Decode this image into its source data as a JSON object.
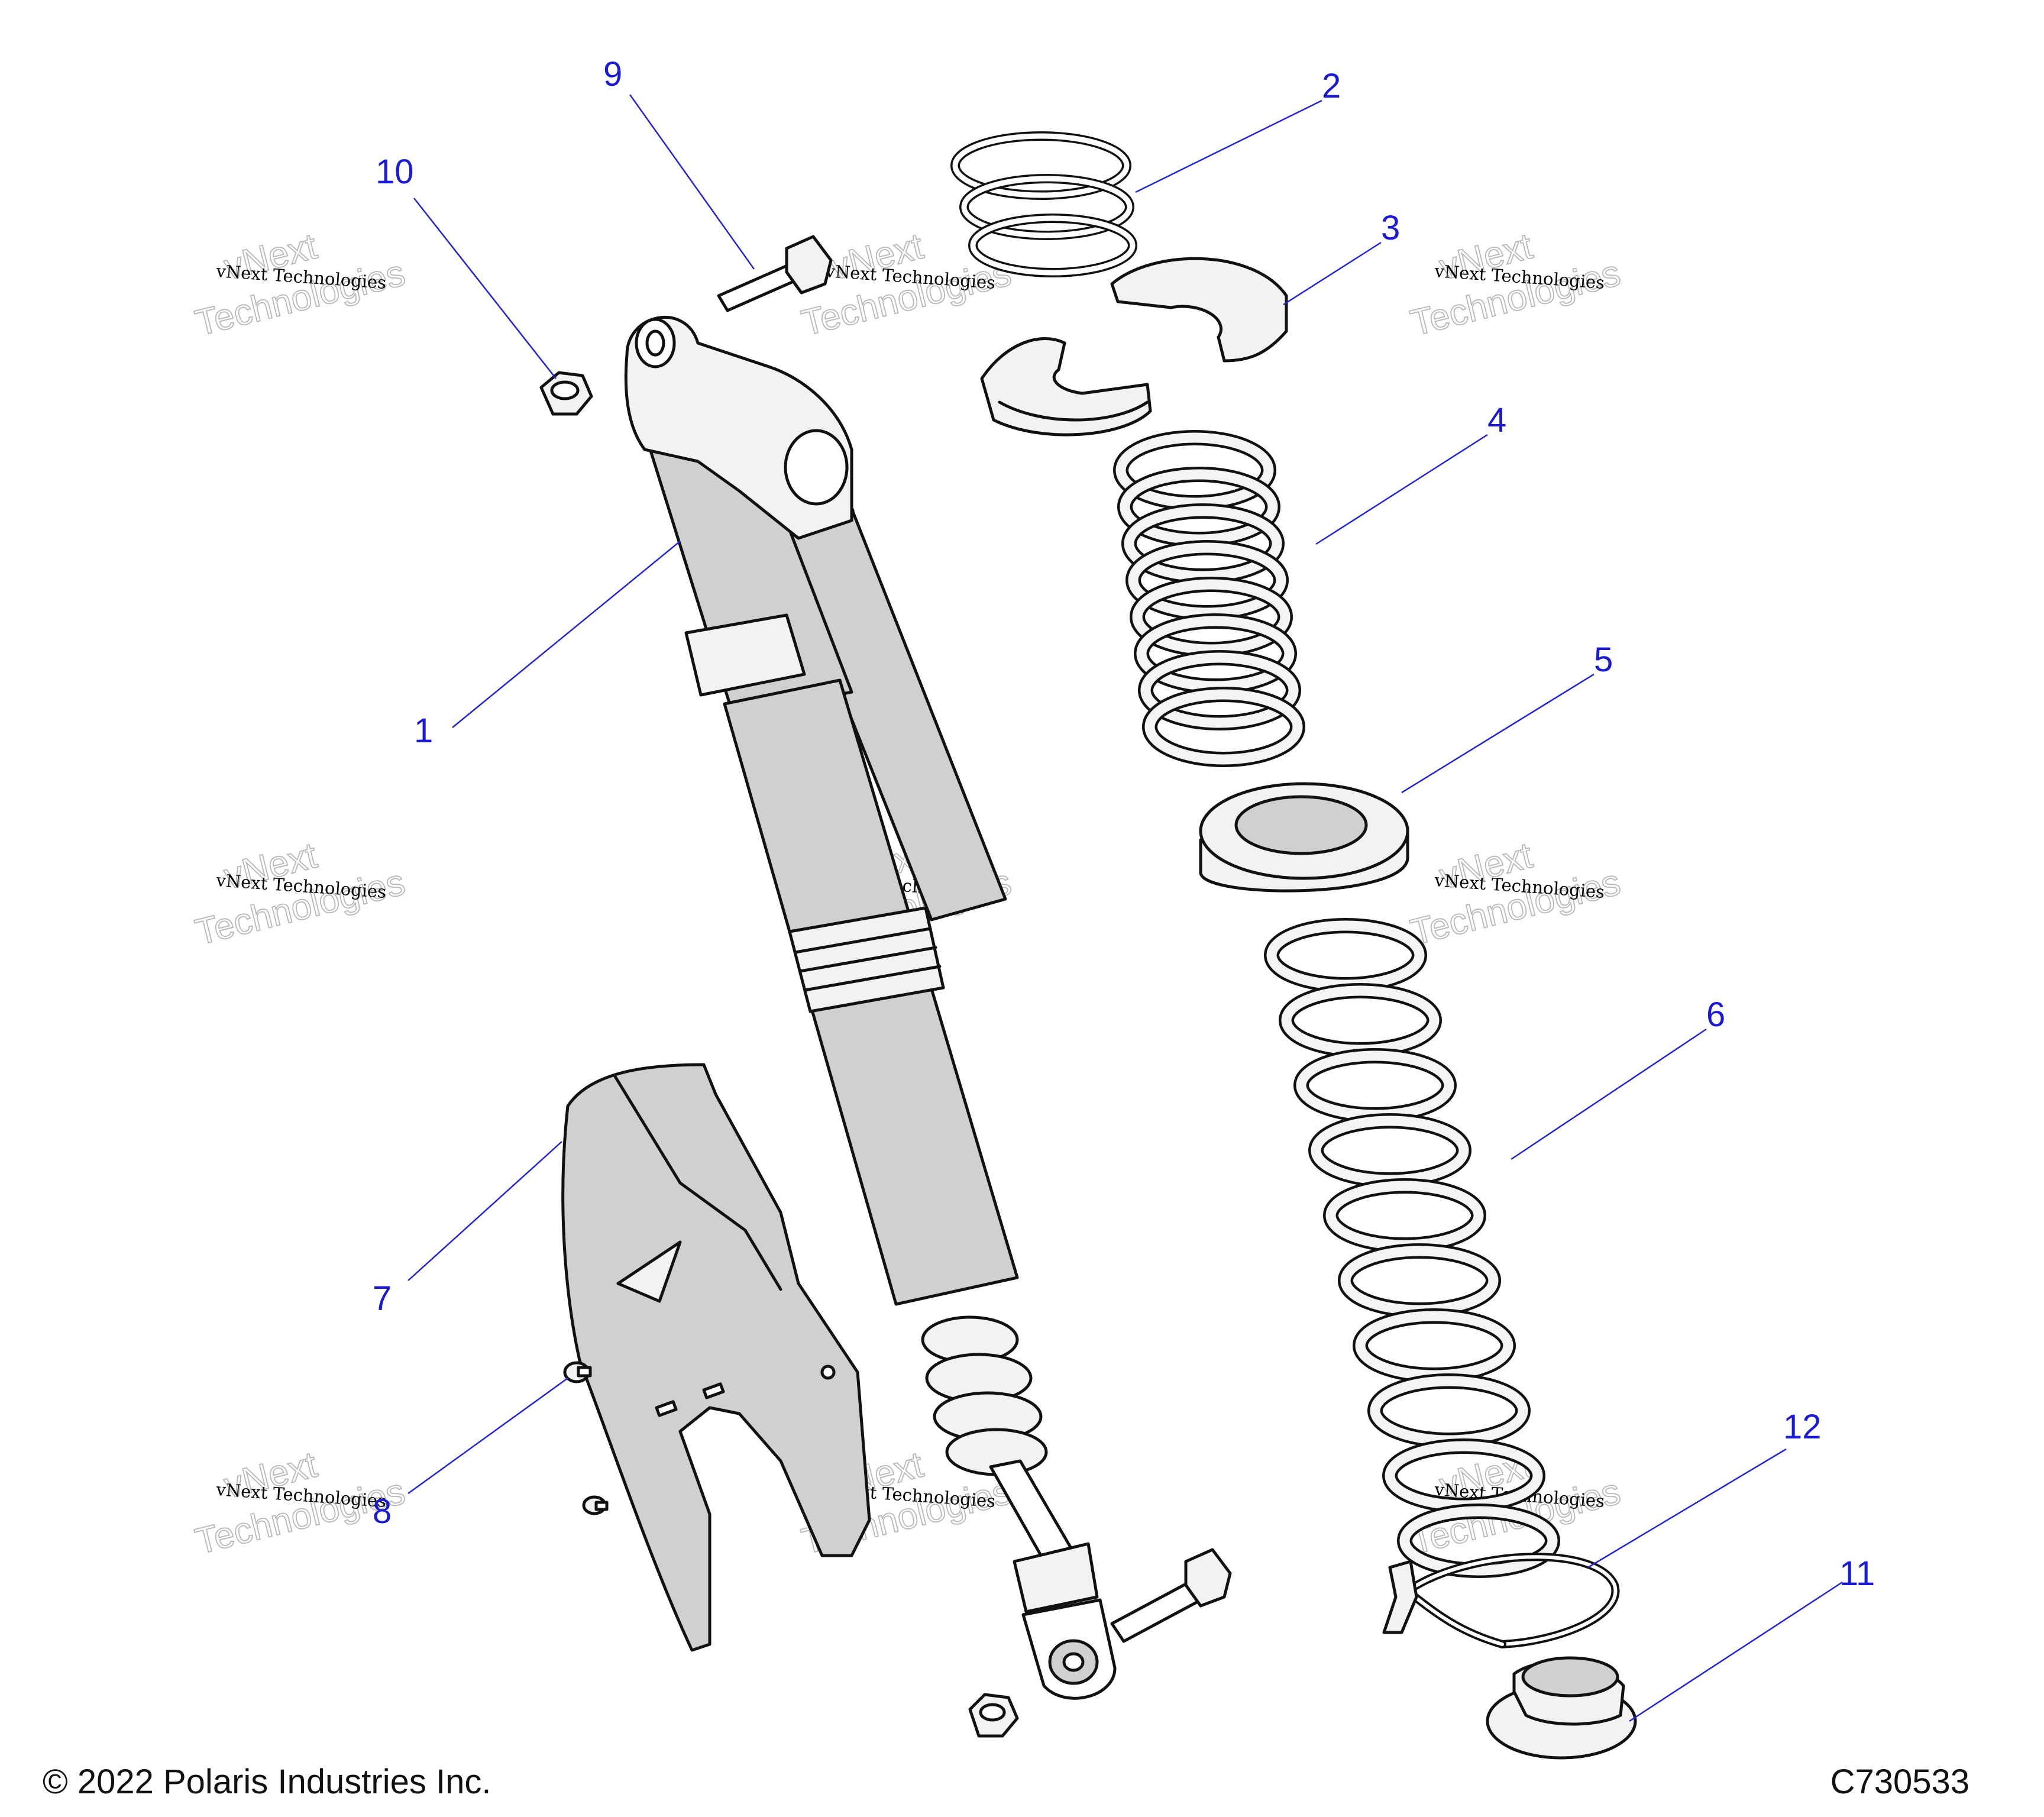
{
  "callouts": {
    "c1": "1",
    "c2": "2",
    "c3": "3",
    "c4": "4",
    "c5": "5",
    "c6": "6",
    "c7": "7",
    "c8": "8",
    "c9": "9",
    "c10": "10",
    "c11": "11",
    "c12": "12"
  },
  "watermark": {
    "line1": "vNext Technologies",
    "outline_top": "vNext",
    "outline_bottom": "Technologies"
  },
  "footer": {
    "copyright": "© 2022 Polaris Industries Inc.",
    "drawing_number": "C730533"
  },
  "colors": {
    "callout": "#1a1ad6",
    "part_fill": "#d0d0d0",
    "line": "#111111"
  }
}
